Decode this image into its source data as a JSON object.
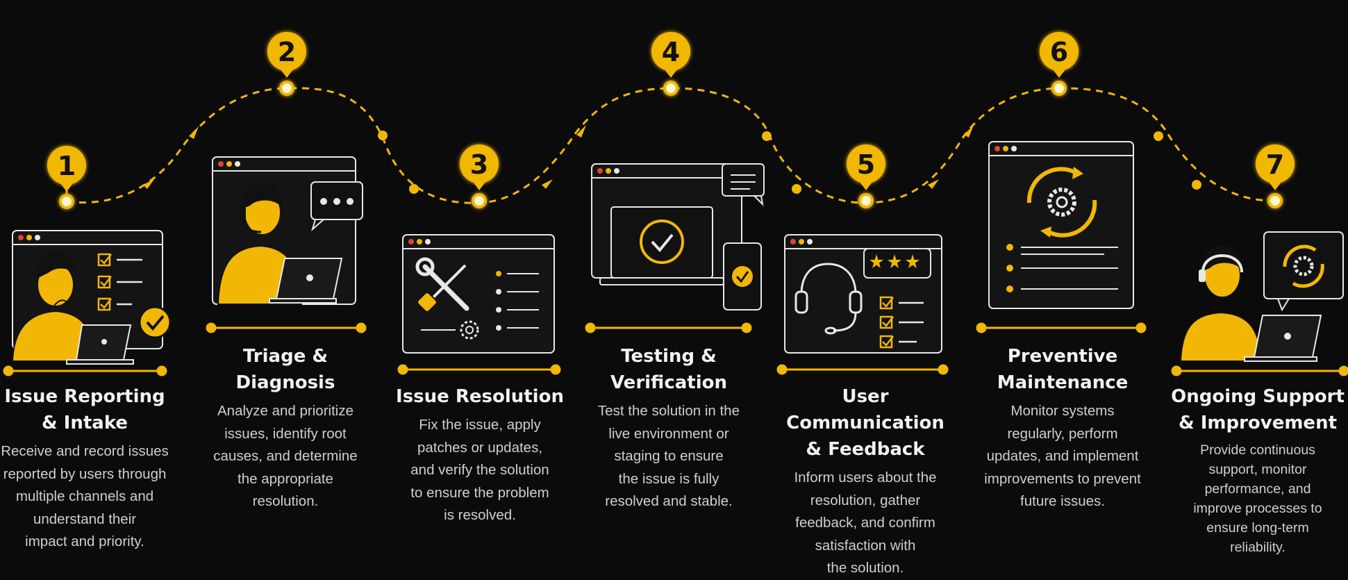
{
  "colors": {
    "background": "#0b0b0b",
    "accent": "#f2b705",
    "line": "#e8e8e8",
    "panel": "#151515",
    "dot_red": "#e0462b",
    "dot_orange": "#f2b705",
    "dot_white": "#e8e8e8"
  },
  "steps": [
    {
      "number": "1",
      "title": "Issue Reporting\n& Intake",
      "description": "Receive and record issues\nreported by users through\nmultiple channels and\nunderstand their\nimpact and priority.",
      "icons": [
        "window-icon",
        "checklist-icon",
        "person-thinking-icon",
        "laptop-icon",
        "check-badge-icon"
      ]
    },
    {
      "number": "2",
      "title": "Triage &\nDiagnosis",
      "description": "Analyze and prioritize\nissues, identify root\ncauses, and determine\nthe appropriate\nresolution.",
      "icons": [
        "window-icon",
        "headset-agent-icon",
        "laptop-icon",
        "chat-bubble-icon"
      ]
    },
    {
      "number": "3",
      "title": "Issue Resolution",
      "description": "Fix the issue, apply\npatches or updates,\nand verify the solution\nto ensure the problem\nis resolved.",
      "icons": [
        "window-icon",
        "wrench-screwdriver-icon",
        "gear-icon",
        "list-icon"
      ]
    },
    {
      "number": "4",
      "title": "Testing &\nVerification",
      "description": "Test the solution in the\nlive environment or\nstaging to ensure\nthe issue is fully\nresolved and stable.",
      "icons": [
        "window-icon",
        "laptop-check-icon",
        "phone-check-icon",
        "chat-bubble-icon"
      ]
    },
    {
      "number": "5",
      "title": "User Communication\n& Feedback",
      "description": "Inform users about the\nresolution, gather\nfeedback, and confirm\nsatisfaction with\nthe solution.",
      "icons": [
        "window-icon",
        "headset-icon",
        "star-rating-icon",
        "checklist-icon"
      ]
    },
    {
      "number": "6",
      "title": "Preventive\nMaintenance",
      "description": "Monitor systems\nregularly, perform\nupdates, and implement\nimprovements to prevent\nfuture issues.",
      "icons": [
        "window-icon",
        "gear-cycle-icon",
        "list-icon"
      ]
    },
    {
      "number": "7",
      "title": "Ongoing Support\n& Improvement",
      "description": "Provide continuous\nsupport, monitor\nperformance, and\nimprove processes to\nensure long-term\nreliability.",
      "icons": [
        "headset-agent-icon",
        "laptop-icon",
        "gear-cycle-icon"
      ]
    }
  ]
}
